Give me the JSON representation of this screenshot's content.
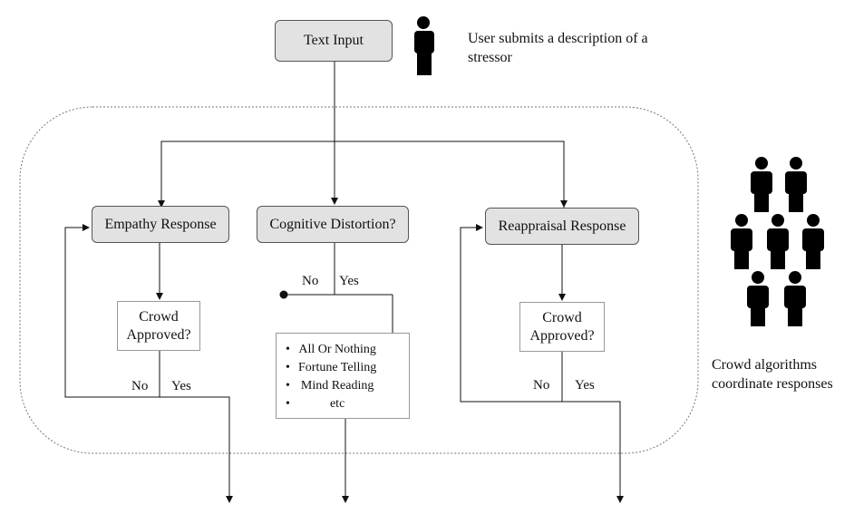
{
  "nodes": {
    "text_input": "Text Input",
    "empathy": "Empathy Response",
    "cognitive": "Cognitive Distortion?",
    "reappraisal": "Reappraisal Response",
    "crowd_left": "Crowd Approved?",
    "crowd_right": "Crowd Approved?"
  },
  "distortions": [
    "All Or Nothing",
    "Fortune Telling",
    "Mind Reading",
    "etc"
  ],
  "branch_labels": {
    "cog_no": "No",
    "cog_yes": "Yes",
    "left_no": "No",
    "left_yes": "Yes",
    "right_no": "No",
    "right_yes": "Yes"
  },
  "notes": {
    "user": "User submits a description of a stressor",
    "crowd": "Crowd algorithms coordinate responses"
  },
  "icons": {
    "user": "person-icon",
    "crowd": "crowd-icon"
  }
}
